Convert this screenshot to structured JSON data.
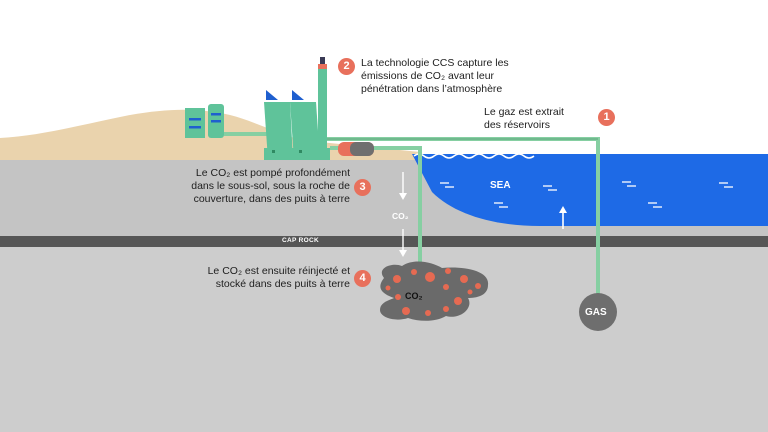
{
  "labels": {
    "sea": "SEA",
    "cap_rock": "CAP ROCK",
    "co2_shaft": "CO₂",
    "co2_reservoir": "CO₂",
    "gas": "GAS"
  },
  "steps": [
    {
      "number": "1",
      "text": "Le gaz est extrait\ndes réservoirs"
    },
    {
      "number": "2",
      "text": "La technologie CCS capture les\némissions de CO₂ avant leur\npénétration dans l’atmosphère"
    },
    {
      "number": "3",
      "text": "Le CO₂ est pompé profondément\ndans le sous-sol, sous la roche de\ncouverture, dans des puits à terre"
    },
    {
      "number": "4",
      "text": "Le CO₂ est ensuite réinjecté et\nstocké dans des puits à terre"
    }
  ],
  "colors": {
    "sand": "#ead3ad",
    "ground": "#c8c8c8",
    "deep_ground": "#cdcdcd",
    "cap_rock": "#555555",
    "sea": "#1e6ae6",
    "pipe": "#86cfa2",
    "plant": "#5fc39a",
    "step_badge": "#e8705c",
    "co2_pocket": "#6a6a6a",
    "co2_bubble": "#e66a52",
    "gas_pocket": "#6e6e6e"
  }
}
